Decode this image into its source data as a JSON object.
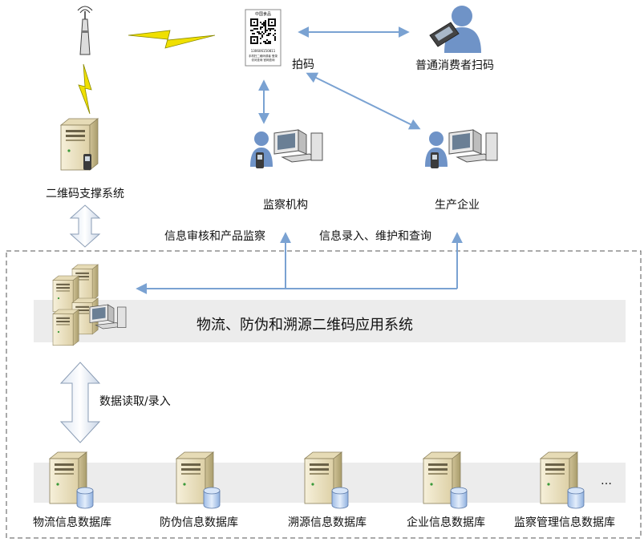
{
  "top_nodes": {
    "support_system": "二维码支撑系统",
    "scan_code": "拍码",
    "consumer_scan": "普通消费者扫码",
    "supervision": "监察机构",
    "enterprise": "生产企业"
  },
  "qr_label": {
    "header": "中国食品",
    "number": "130606150811",
    "line1": "手机扫二维码或者 登录",
    "line2": "访问查询 官网查询"
  },
  "flows": {
    "supervision_flow": "信息审核和产品监察",
    "enterprise_flow": "信息录入、维护和查询",
    "data_rw": "数据读取/录入"
  },
  "app_system": {
    "title": "物流、防伪和溯源二维码应用系统"
  },
  "databases": [
    {
      "label": "物流信息数据库"
    },
    {
      "label": "防伪信息数据库"
    },
    {
      "label": "溯源信息数据库"
    },
    {
      "label": "企业信息数据库"
    },
    {
      "label": "监察管理信息数据库"
    }
  ],
  "more_indicator": "…",
  "colors": {
    "arrow_blue": "#7aa2d2",
    "band_gray": "#ececec",
    "server_body": "#efe6c8",
    "server_side": "#c8bb8c",
    "person": "#6f93c7",
    "db_blue": "#b8cfee",
    "lightning": "#f0e000"
  }
}
